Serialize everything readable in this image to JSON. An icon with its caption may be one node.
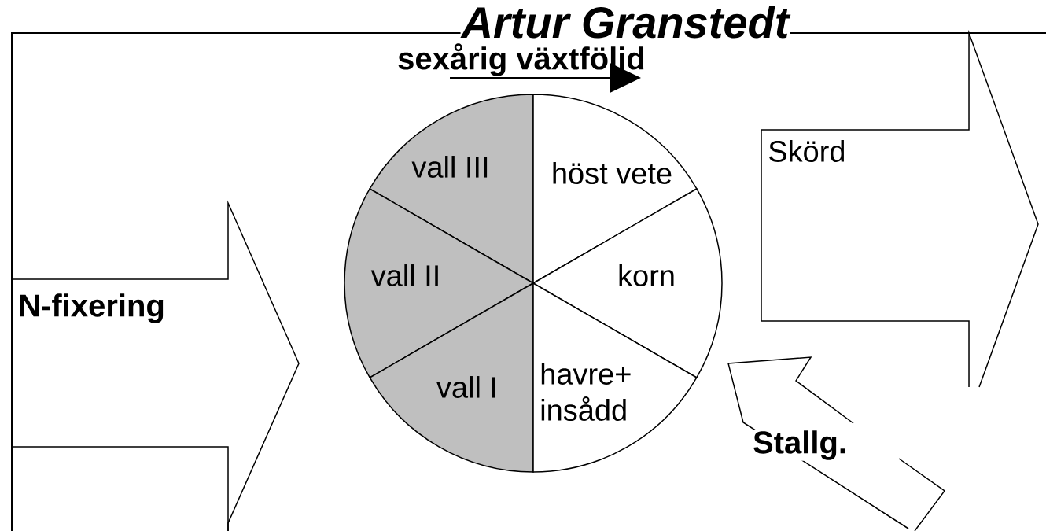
{
  "diagram": {
    "title": "Artur Granstedt",
    "nodes": [
      {
        "text": [
          "N-fixering"
        ]
      },
      {
        "text": [
          "vall III"
        ]
      },
      {
        "text": [
          "höst vete"
        ]
      },
      {
        "text": [
          "vall II"
        ]
      },
      {
        "text": [
          "korn"
        ]
      },
      {
        "text": [
          "vall I"
        ]
      },
      {
        "text": [
          "havre+ insådd"
        ]
      },
      {
        "text": [
          "Skörd"
        ]
      },
      {
        "text": [
          "Stallg."
        ]
      }
    ],
    "labels": [
      "sexårig växtföljd"
    ]
  }
}
